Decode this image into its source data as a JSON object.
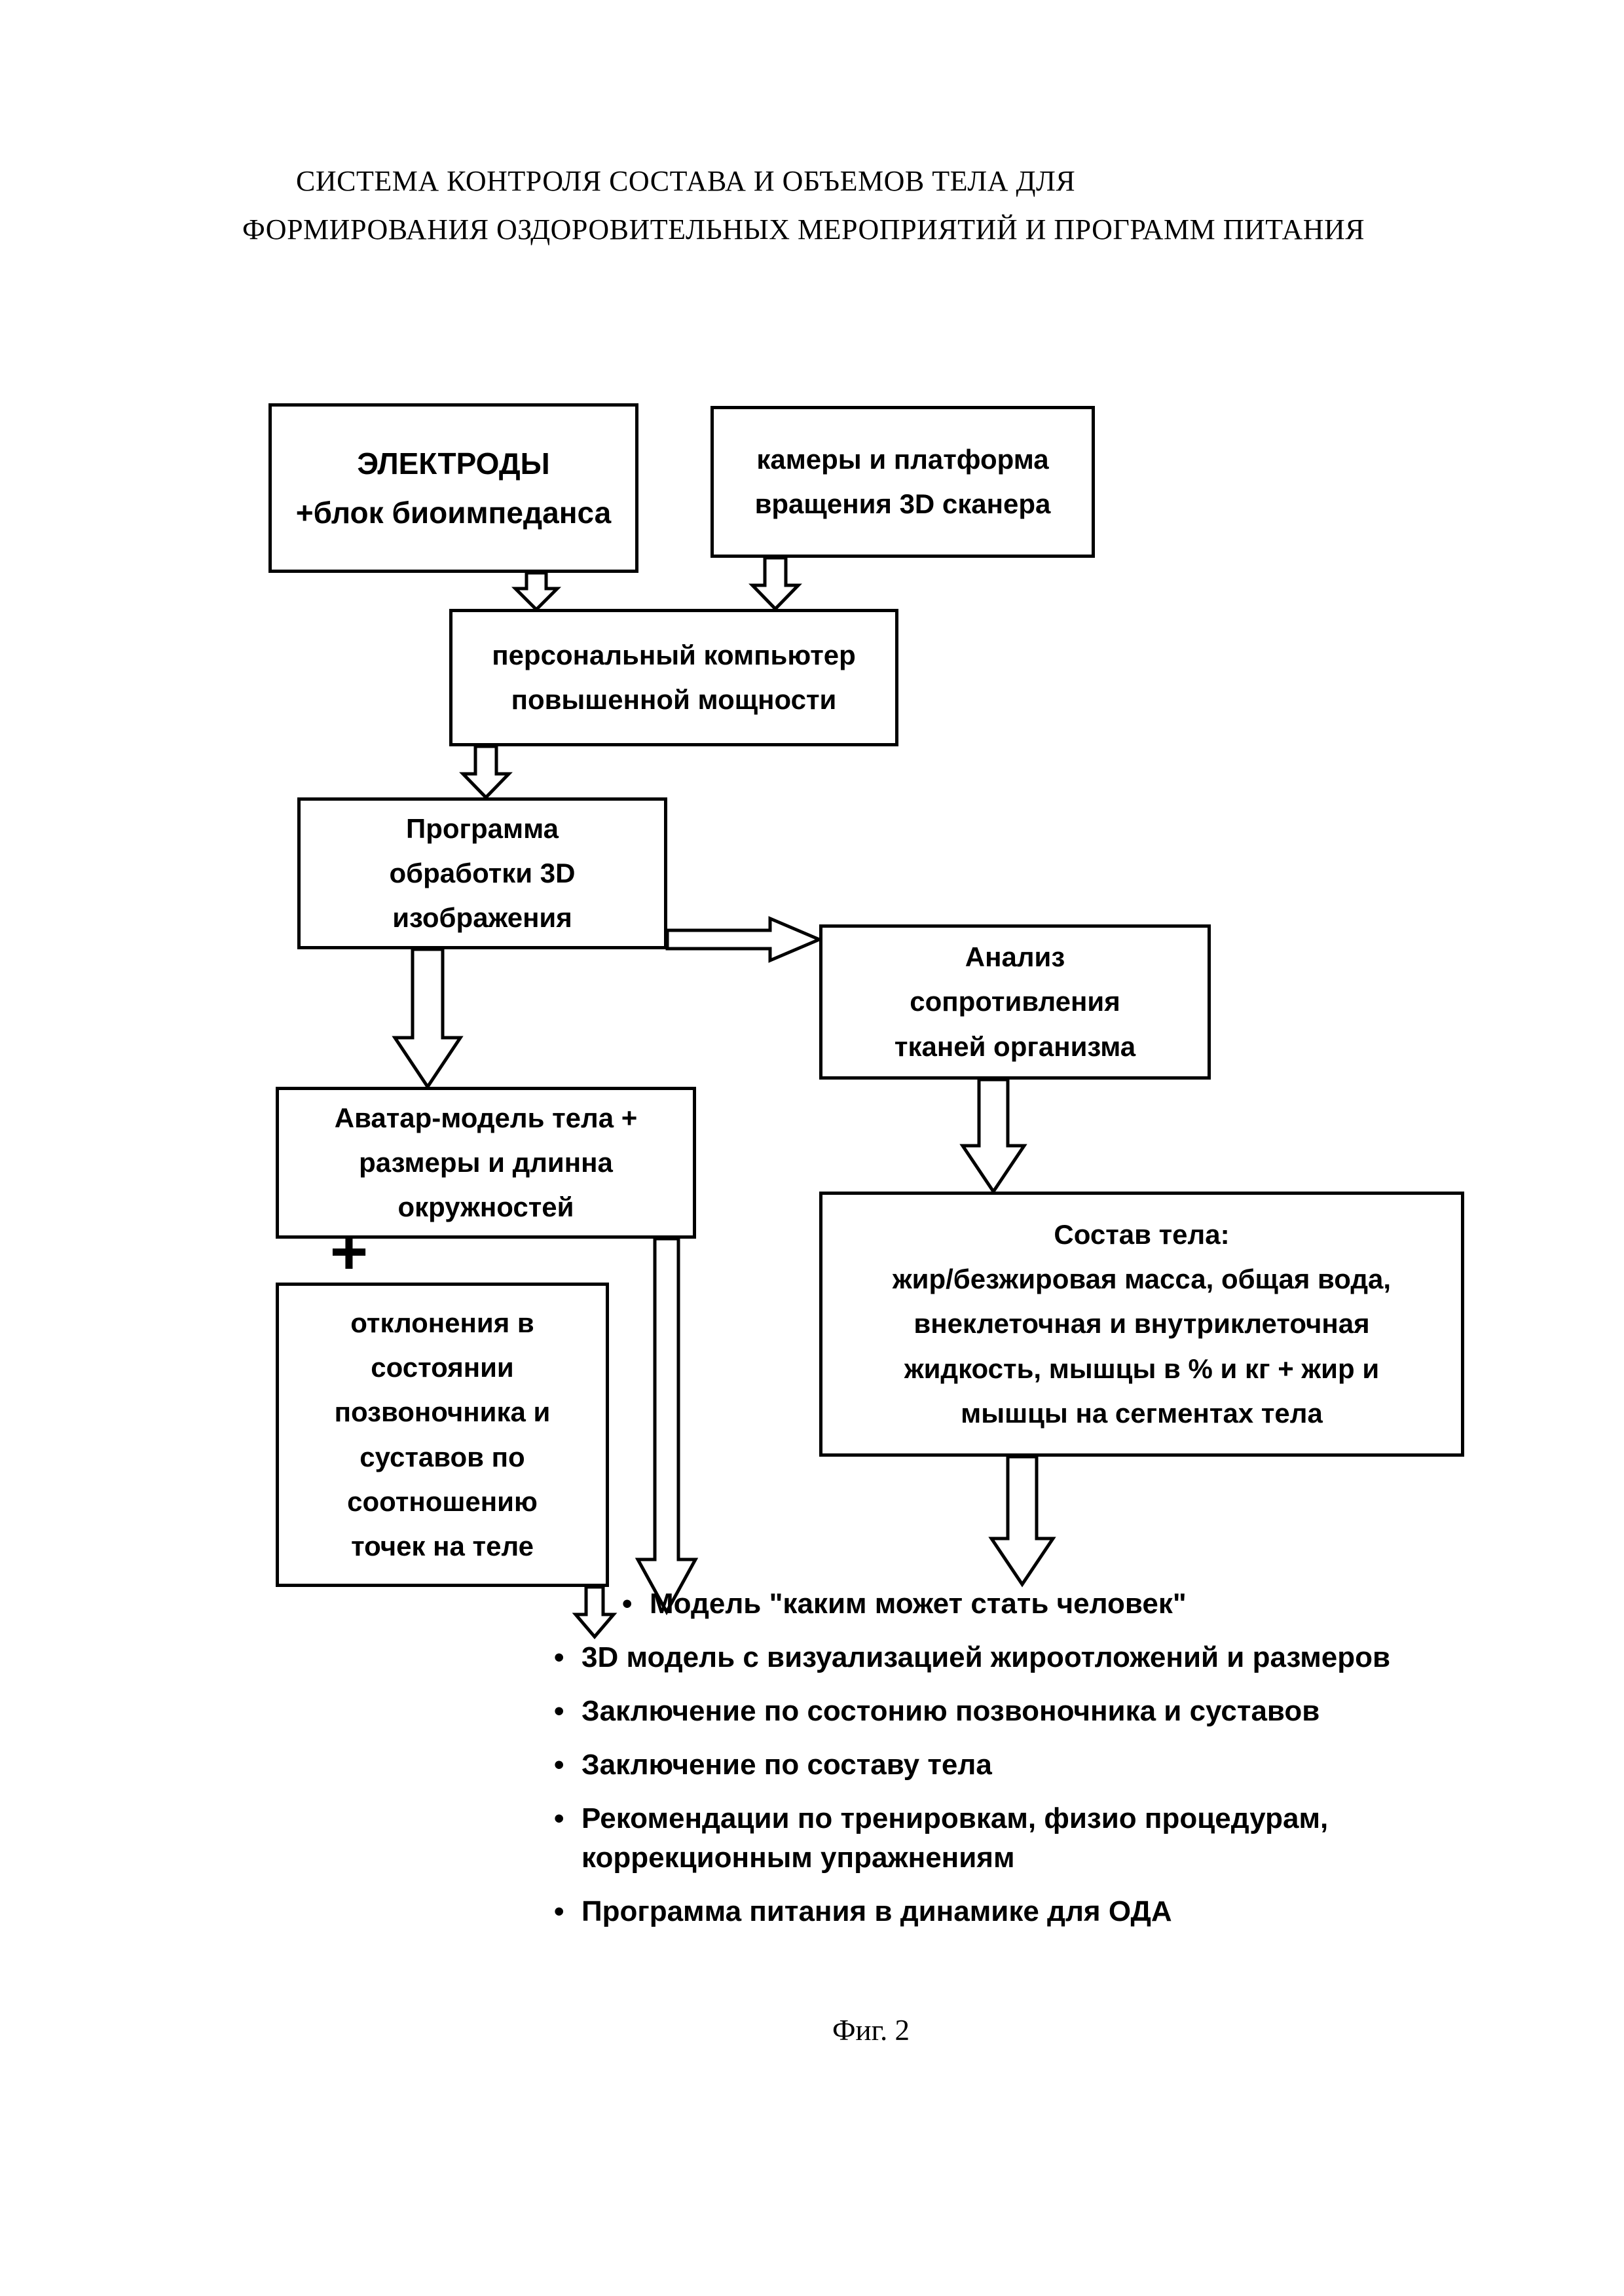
{
  "title": {
    "line1": "СИСТЕМА КОНТРОЛЯ СОСТАВА И ОБЪЕМОВ ТЕЛА ДЛЯ",
    "line2": "ФОРМИРОВАНИЯ ОЗДОРОВИТЕЛЬНЫХ МЕРОПРИЯТИЙ И ПРОГРАММ ПИТАНИЯ"
  },
  "nodes": {
    "electrodes": "ЭЛЕКТРОДЫ\n+блок биоимпеданса",
    "cameras": "камеры и платформа\nвращения 3D сканера",
    "pc": "персональный компьютер\nповышенной мощности",
    "program3d": "Программа\nобработки 3D\nизображения",
    "analysis": "Анализ\nсопротивления\nтканей организма",
    "avatar": "Аватар-модель тела +\nразмеры и длинна\nокружностей",
    "composition": "Состав тела:\nжир/безжировая масса, общая вода,\nвнеклеточная и внутриклеточная\nжидкость, мышцы в % и кг + жир и\nмышцы на сегментах тела",
    "deviations": "отклонения в\nсостоянии\nпозвоночника и\nсуставов по\nсоотношению\nточек на теле",
    "plus": "+"
  },
  "list": {
    "bullet": "•",
    "items": [
      "Модель \"каким может стать человек\"",
      "3D модель с визуализацией жироотложений и размеров",
      "Заключение по состонию позвоночника и суставов",
      "Заключение по составу тела",
      "Рекомендации по тренировкам, физио процедурам,\nкоррекционным упражнениям",
      "Программа питания в динамике для ОДА"
    ]
  },
  "caption": "Фиг. 2"
}
